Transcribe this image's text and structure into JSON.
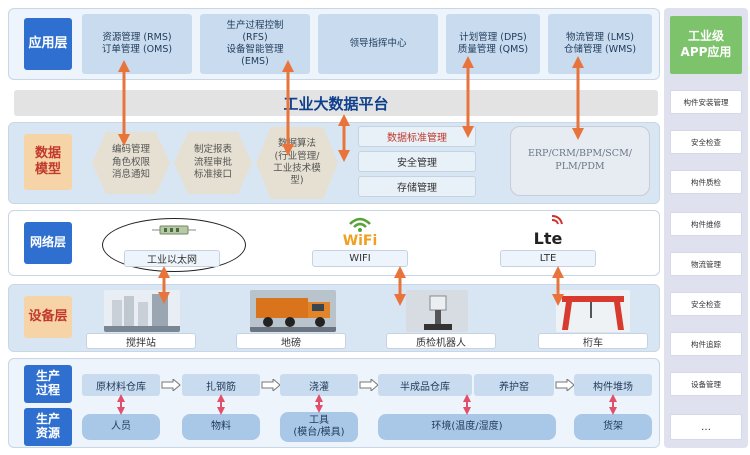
{
  "app_layer": {
    "label": "应用层",
    "modules": [
      "资源管理 (RMS)\n订单管理 (OMS)",
      "生产过程控制\n(RFS)\n设备智能管理\n(EMS)",
      "领导指挥中心",
      "计划管理 (DPS)\n质量管理 (QMS)",
      "物流管理 (LMS)\n仓储管理 (WMS)"
    ]
  },
  "platform": {
    "title": "工业大数据平台"
  },
  "data_layer": {
    "label": "数据\n模型",
    "hexes": [
      "编码管理\n角色权限\n消息通知",
      "制定报表\n流程审批\n标准接口",
      "数据算法\n(行业管理/\n工业技术模\n型)"
    ],
    "items": [
      "数据标准管理",
      "安全管理",
      "存储管理"
    ],
    "erp": "ERP/CRM/BPM/SCM/\nPLM/PDM"
  },
  "network_layer": {
    "label": "网络层",
    "items": [
      "工业以太网",
      "WIFI",
      "LTE"
    ],
    "logos": {
      "wifi": "WiFi",
      "lte": "Lte"
    }
  },
  "device_layer": {
    "label": "设备层",
    "items": [
      "搅拌站",
      "地磅",
      "质检机器人",
      "桁车"
    ]
  },
  "production": {
    "process_label": "生产\n过程",
    "process_steps": [
      "原材料仓库",
      "扎钢筋",
      "浇灌",
      "半成品仓库",
      "养护窑",
      "构件堆场"
    ],
    "resource_label": "生产\n资源",
    "resources": [
      "人员",
      "物料",
      "工具\n(模台/模具)",
      "环境(温度/湿度)",
      "货架"
    ]
  },
  "sidebar": {
    "title": "工业级\nAPP应用",
    "items": [
      "构件安装管理",
      "安全检查",
      "构件质检",
      "构件维修",
      "物流管理",
      "安全检查",
      "构件追踪",
      "设备管理",
      "…"
    ]
  },
  "colors": {
    "blue": "#2f6fcf",
    "orange_arrow": "#e8743b",
    "green": "#7cc36b"
  }
}
